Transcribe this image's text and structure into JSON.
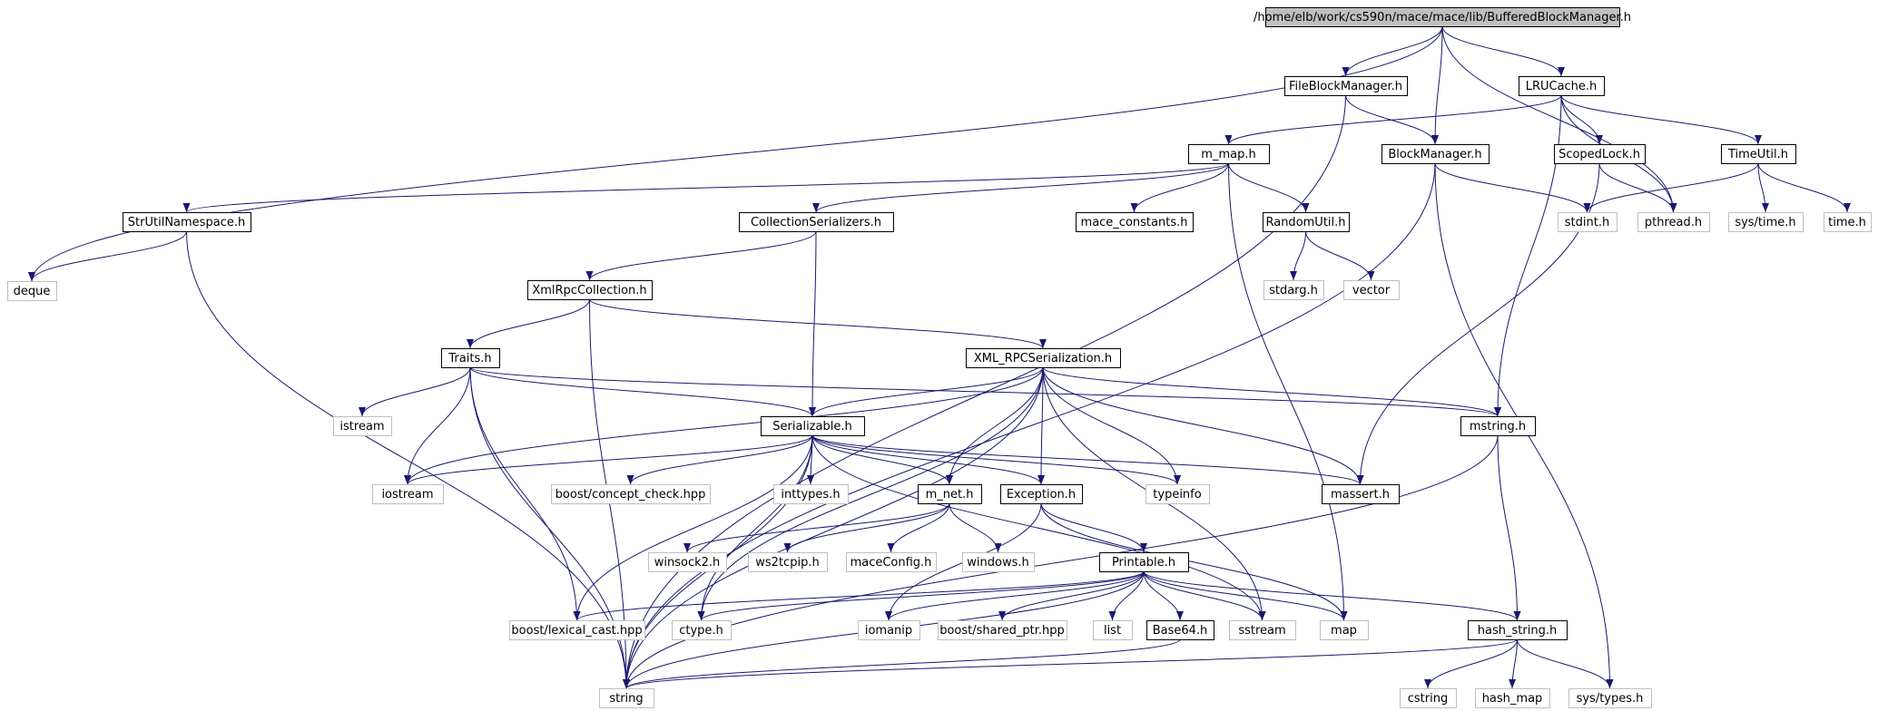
{
  "graph": {
    "root": "root",
    "nodes": [
      {
        "id": "root",
        "label": "/home/elb/work/cs590n/mace/mace/lib/BufferedBlockManager.h",
        "kind": "root"
      },
      {
        "id": "deque",
        "label": "deque",
        "kind": "external"
      },
      {
        "id": "filebm",
        "label": "FileBlockManager.h",
        "kind": "project"
      },
      {
        "id": "blockmgr",
        "label": "BlockManager.h",
        "kind": "project"
      },
      {
        "id": "lrucache",
        "label": "LRUCache.h",
        "kind": "project"
      },
      {
        "id": "pthread",
        "label": "pthread.h",
        "kind": "external"
      },
      {
        "id": "mmap",
        "label": "m_map.h",
        "kind": "project"
      },
      {
        "id": "scopedlock",
        "label": "ScopedLock.h",
        "kind": "project"
      },
      {
        "id": "timeutil",
        "label": "TimeUtil.h",
        "kind": "project"
      },
      {
        "id": "strutil",
        "label": "StrUtilNamespace.h",
        "kind": "project"
      },
      {
        "id": "collser",
        "label": "CollectionSerializers.h",
        "kind": "project"
      },
      {
        "id": "maceconst",
        "label": "mace_constants.h",
        "kind": "project"
      },
      {
        "id": "randomutil",
        "label": "RandomUtil.h",
        "kind": "project"
      },
      {
        "id": "stdint",
        "label": "stdint.h",
        "kind": "external"
      },
      {
        "id": "systime",
        "label": "sys/time.h",
        "kind": "external"
      },
      {
        "id": "time",
        "label": "time.h",
        "kind": "external"
      },
      {
        "id": "stdarg",
        "label": "stdarg.h",
        "kind": "external"
      },
      {
        "id": "vector",
        "label": "vector",
        "kind": "external"
      },
      {
        "id": "xmlrpccoll",
        "label": "XmlRpcCollection.h",
        "kind": "project"
      },
      {
        "id": "traits",
        "label": "Traits.h",
        "kind": "project"
      },
      {
        "id": "xmlrpcser",
        "label": "XML_RPCSerialization.h",
        "kind": "project"
      },
      {
        "id": "istream",
        "label": "istream",
        "kind": "external"
      },
      {
        "id": "serializable",
        "label": "Serializable.h",
        "kind": "project"
      },
      {
        "id": "mstring",
        "label": "mstring.h",
        "kind": "project"
      },
      {
        "id": "iostream",
        "label": "iostream",
        "kind": "external"
      },
      {
        "id": "conceptcheck",
        "label": "boost/concept_check.hpp",
        "kind": "external"
      },
      {
        "id": "inttypes",
        "label": "inttypes.h",
        "kind": "external"
      },
      {
        "id": "mnet",
        "label": "m_net.h",
        "kind": "project"
      },
      {
        "id": "exception",
        "label": "Exception.h",
        "kind": "project"
      },
      {
        "id": "typeinfo",
        "label": "typeinfo",
        "kind": "external"
      },
      {
        "id": "massert",
        "label": "massert.h",
        "kind": "project"
      },
      {
        "id": "winsock2",
        "label": "winsock2.h",
        "kind": "external"
      },
      {
        "id": "ws2tcpip",
        "label": "ws2tcpip.h",
        "kind": "external"
      },
      {
        "id": "maceconfig",
        "label": "maceConfig.h",
        "kind": "external"
      },
      {
        "id": "windows",
        "label": "windows.h",
        "kind": "external"
      },
      {
        "id": "printable",
        "label": "Printable.h",
        "kind": "project"
      },
      {
        "id": "lexicalcast",
        "label": "boost/lexical_cast.hpp",
        "kind": "external"
      },
      {
        "id": "ctype",
        "label": "ctype.h",
        "kind": "external"
      },
      {
        "id": "iomanip",
        "label": "iomanip",
        "kind": "external"
      },
      {
        "id": "sharedptr",
        "label": "boost/shared_ptr.hpp",
        "kind": "external"
      },
      {
        "id": "list",
        "label": "list",
        "kind": "external"
      },
      {
        "id": "base64",
        "label": "Base64.h",
        "kind": "project"
      },
      {
        "id": "sstream",
        "label": "sstream",
        "kind": "external"
      },
      {
        "id": "map",
        "label": "map",
        "kind": "external"
      },
      {
        "id": "hashstring",
        "label": "hash_string.h",
        "kind": "project"
      },
      {
        "id": "string",
        "label": "string",
        "kind": "external"
      },
      {
        "id": "cstring",
        "label": "cstring",
        "kind": "external"
      },
      {
        "id": "hashmap",
        "label": "hash_map",
        "kind": "external"
      },
      {
        "id": "systypes",
        "label": "sys/types.h",
        "kind": "external"
      }
    ],
    "edges": [
      [
        "root",
        "deque"
      ],
      [
        "root",
        "filebm"
      ],
      [
        "root",
        "blockmgr"
      ],
      [
        "root",
        "lrucache"
      ],
      [
        "root",
        "pthread"
      ],
      [
        "filebm",
        "blockmgr"
      ],
      [
        "filebm",
        "string"
      ],
      [
        "lrucache",
        "mmap"
      ],
      [
        "lrucache",
        "scopedlock"
      ],
      [
        "lrucache",
        "timeutil"
      ],
      [
        "lrucache",
        "pthread"
      ],
      [
        "lrucache",
        "mstring"
      ],
      [
        "blockmgr",
        "stdint"
      ],
      [
        "blockmgr",
        "systypes"
      ],
      [
        "blockmgr",
        "string"
      ],
      [
        "scopedlock",
        "pthread"
      ],
      [
        "scopedlock",
        "massert"
      ],
      [
        "timeutil",
        "stdint"
      ],
      [
        "timeutil",
        "systime"
      ],
      [
        "timeutil",
        "time"
      ],
      [
        "mmap",
        "strutil"
      ],
      [
        "mmap",
        "collser"
      ],
      [
        "mmap",
        "maceconst"
      ],
      [
        "mmap",
        "randomutil"
      ],
      [
        "mmap",
        "map"
      ],
      [
        "strutil",
        "deque"
      ],
      [
        "strutil",
        "string"
      ],
      [
        "randomutil",
        "stdarg"
      ],
      [
        "randomutil",
        "vector"
      ],
      [
        "collser",
        "xmlrpccoll"
      ],
      [
        "collser",
        "serializable"
      ],
      [
        "xmlrpccoll",
        "traits"
      ],
      [
        "xmlrpccoll",
        "xmlrpcser"
      ],
      [
        "xmlrpccoll",
        "string"
      ],
      [
        "traits",
        "istream"
      ],
      [
        "traits",
        "iostream"
      ],
      [
        "traits",
        "serializable"
      ],
      [
        "traits",
        "mstring"
      ],
      [
        "traits",
        "lexicalcast"
      ],
      [
        "traits",
        "string"
      ],
      [
        "xmlrpcser",
        "serializable"
      ],
      [
        "xmlrpcser",
        "mstring"
      ],
      [
        "xmlrpcser",
        "iostream"
      ],
      [
        "xmlrpcser",
        "mnet"
      ],
      [
        "xmlrpcser",
        "exception"
      ],
      [
        "xmlrpcser",
        "typeinfo"
      ],
      [
        "xmlrpcser",
        "massert"
      ],
      [
        "xmlrpcser",
        "sstream"
      ],
      [
        "xmlrpcser",
        "ctype"
      ],
      [
        "xmlrpcser",
        "string"
      ],
      [
        "serializable",
        "iostream"
      ],
      [
        "serializable",
        "conceptcheck"
      ],
      [
        "serializable",
        "inttypes"
      ],
      [
        "serializable",
        "mnet"
      ],
      [
        "serializable",
        "exception"
      ],
      [
        "serializable",
        "typeinfo"
      ],
      [
        "serializable",
        "massert"
      ],
      [
        "serializable",
        "string"
      ],
      [
        "serializable",
        "lexicalcast"
      ],
      [
        "serializable",
        "ctype"
      ],
      [
        "serializable",
        "sstream"
      ],
      [
        "mstring",
        "hashstring"
      ],
      [
        "mstring",
        "string"
      ],
      [
        "mnet",
        "winsock2"
      ],
      [
        "mnet",
        "ws2tcpip"
      ],
      [
        "mnet",
        "maceconfig"
      ],
      [
        "mnet",
        "windows"
      ],
      [
        "exception",
        "printable"
      ],
      [
        "exception",
        "map"
      ],
      [
        "exception",
        "iomanip"
      ],
      [
        "printable",
        "lexicalcast"
      ],
      [
        "printable",
        "ctype"
      ],
      [
        "printable",
        "iomanip"
      ],
      [
        "printable",
        "sharedptr"
      ],
      [
        "printable",
        "list"
      ],
      [
        "printable",
        "base64"
      ],
      [
        "printable",
        "sstream"
      ],
      [
        "printable",
        "map"
      ],
      [
        "printable",
        "hashstring"
      ],
      [
        "printable",
        "string"
      ],
      [
        "base64",
        "string"
      ],
      [
        "hashstring",
        "cstring"
      ],
      [
        "hashstring",
        "hashmap"
      ],
      [
        "hashstring",
        "systypes"
      ],
      [
        "hashstring",
        "string"
      ]
    ]
  },
  "colors": {
    "edge": "#191970",
    "root_fill": "#bfbfbf",
    "project_border": "#000000",
    "external_border": "#bfbfbf",
    "text": "#000000"
  }
}
